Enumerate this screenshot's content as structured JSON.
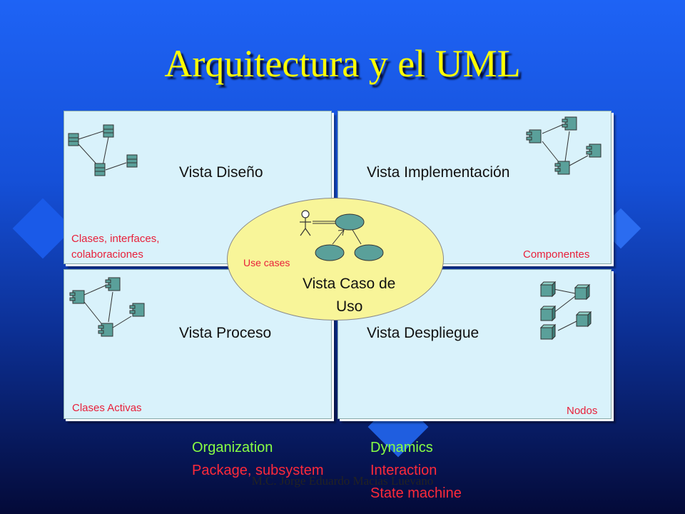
{
  "title": "Arquitectura y el UML",
  "views": {
    "design": {
      "label": "Vista Diseño",
      "note": "Clases, interfaces, colaboraciones"
    },
    "implementation": {
      "label": "Vista Implementación",
      "note": "Componentes"
    },
    "process": {
      "label": "Vista Proceso",
      "note": "Clases Activas"
    },
    "deployment": {
      "label": "Vista Despliegue",
      "note": "Nodos"
    },
    "use_case": {
      "label_line1": "Vista Caso de",
      "label_line2": "Uso",
      "note": "Use cases"
    }
  },
  "bottom": {
    "organization_title": "Organization",
    "organization_sub": "Package, subsystem",
    "dynamics_title": "Dynamics",
    "dynamics_sub1": "Interaction",
    "dynamics_sub2": "State machine"
  },
  "footer": "M.C. Jorge Eduardo Macías Luévano",
  "icons": [
    "class-icon",
    "component-icon",
    "node-icon",
    "actor-icon",
    "use-case-icon"
  ],
  "colors": {
    "background_top": "#1e63f5",
    "background_bottom": "#040a38",
    "title": "#ffff00",
    "panel": "#d9f2fb",
    "ellipse": "#f8f599",
    "note_red": "#e8203a",
    "bottom_green": "#88ff44",
    "bottom_red": "#ff2a3a",
    "icon_teal": "#5aa09a"
  }
}
